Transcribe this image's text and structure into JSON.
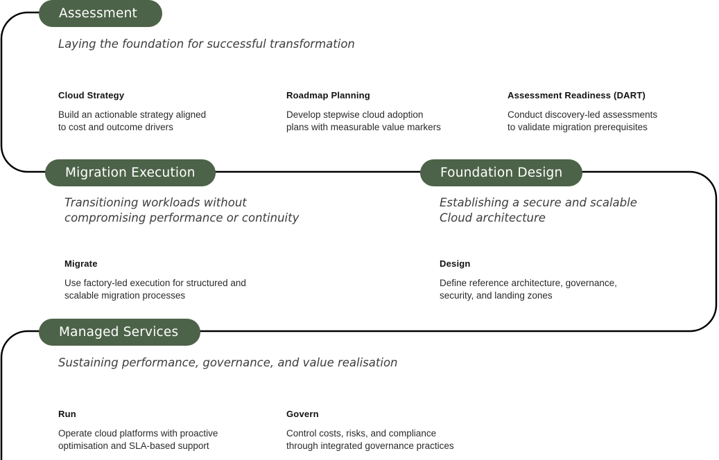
{
  "phases": {
    "assessment": {
      "title": "Assessment",
      "subtitle": "Laying the foundation for successful transformation",
      "items": [
        {
          "title": "Cloud Strategy",
          "desc": [
            "Build an actionable strategy aligned",
            "to cost and outcome drivers"
          ]
        },
        {
          "title": "Roadmap Planning",
          "desc": [
            "Develop stepwise cloud adoption",
            "plans with measurable value markers"
          ]
        },
        {
          "title": "Assessment Readiness (DART)",
          "desc": [
            "Conduct discovery-led assessments",
            "to validate migration prerequisites"
          ]
        }
      ]
    },
    "migration": {
      "title": "Migration Execution",
      "subtitle": [
        "Transitioning workloads without",
        "compromising performance or continuity"
      ],
      "items": [
        {
          "title": "Migrate",
          "desc": [
            "Use factory-led execution for structured and",
            "scalable migration processes"
          ]
        }
      ]
    },
    "foundation": {
      "title": "Foundation Design",
      "subtitle": [
        "Establishing a secure and scalable",
        "Cloud architecture"
      ],
      "items": [
        {
          "title": "Design",
          "desc": [
            "Define reference architecture, governance,",
            "security, and landing zones"
          ]
        }
      ]
    },
    "managed": {
      "title": "Managed Services",
      "subtitle": "Sustaining performance, governance, and value realisation",
      "items": [
        {
          "title": "Run",
          "desc": [
            "Operate cloud platforms with proactive",
            "optimisation and SLA-based support"
          ]
        },
        {
          "title": "Govern",
          "desc": [
            "Control costs, risks, and compliance",
            "through integrated governance practices"
          ]
        }
      ]
    }
  },
  "colors": {
    "pill": "#4d6349",
    "line": "#000000"
  }
}
